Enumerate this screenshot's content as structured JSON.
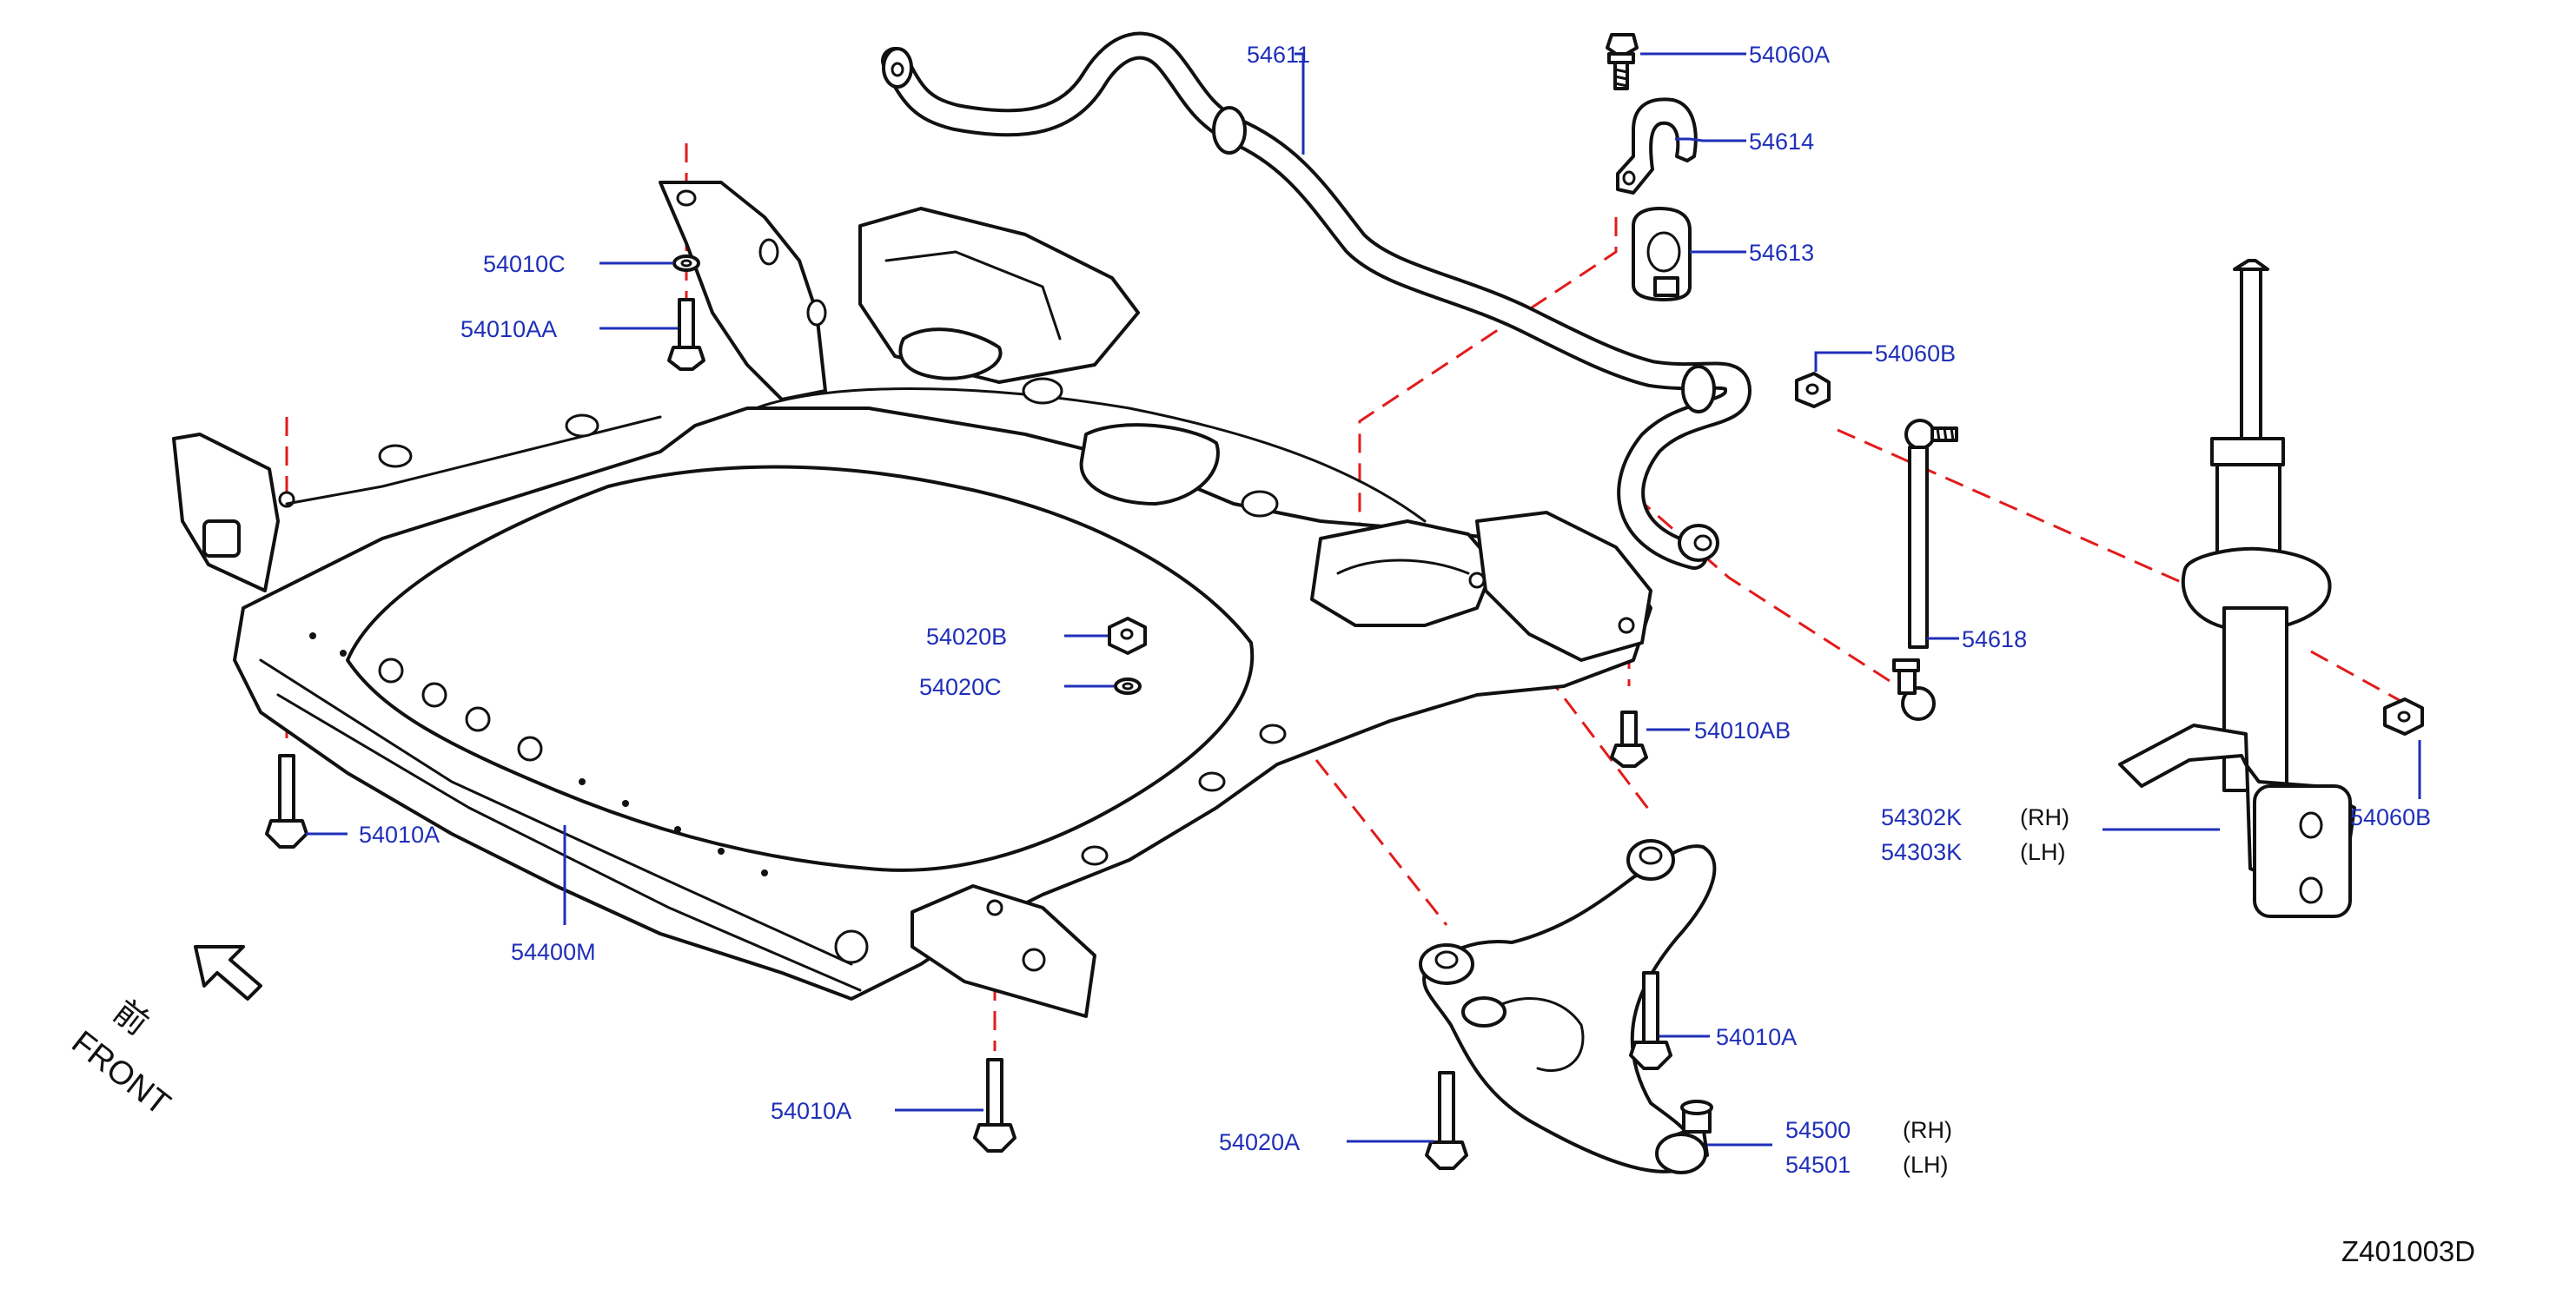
{
  "diagram_id": "Z401003D",
  "front_label": "FRONT",
  "front_kanji": "前",
  "callouts": {
    "stabilizer": "54611",
    "bolt_top": "54060A",
    "bracket": "54614",
    "bushing": "54613",
    "nut_link": "54060B",
    "nut_strut": "54060B",
    "link": "54618",
    "strut_rh": "54302K",
    "strut_lh": "54303K",
    "washer_rear": "54010C",
    "bolt_rear": "54010AA",
    "nut_arm_b": "54020B",
    "washer_arm_c": "54020C",
    "bolt_ab": "54010AB",
    "bolt_front_left": "54010A",
    "bolt_front_bottom": "54010A",
    "bolt_arm_right": "54010A",
    "member": "54400M",
    "bolt_arm_a": "54020A",
    "arm_rh": "54500",
    "arm_lh": "54501"
  },
  "side_labels": {
    "strut_rh": "(RH)",
    "strut_lh": "(LH)",
    "arm_rh": "(RH)",
    "arm_lh": "(LH)"
  },
  "colors": {
    "callout_text": "#1f2fb8",
    "centerline": "#e21b1b",
    "outline": "#111111"
  }
}
